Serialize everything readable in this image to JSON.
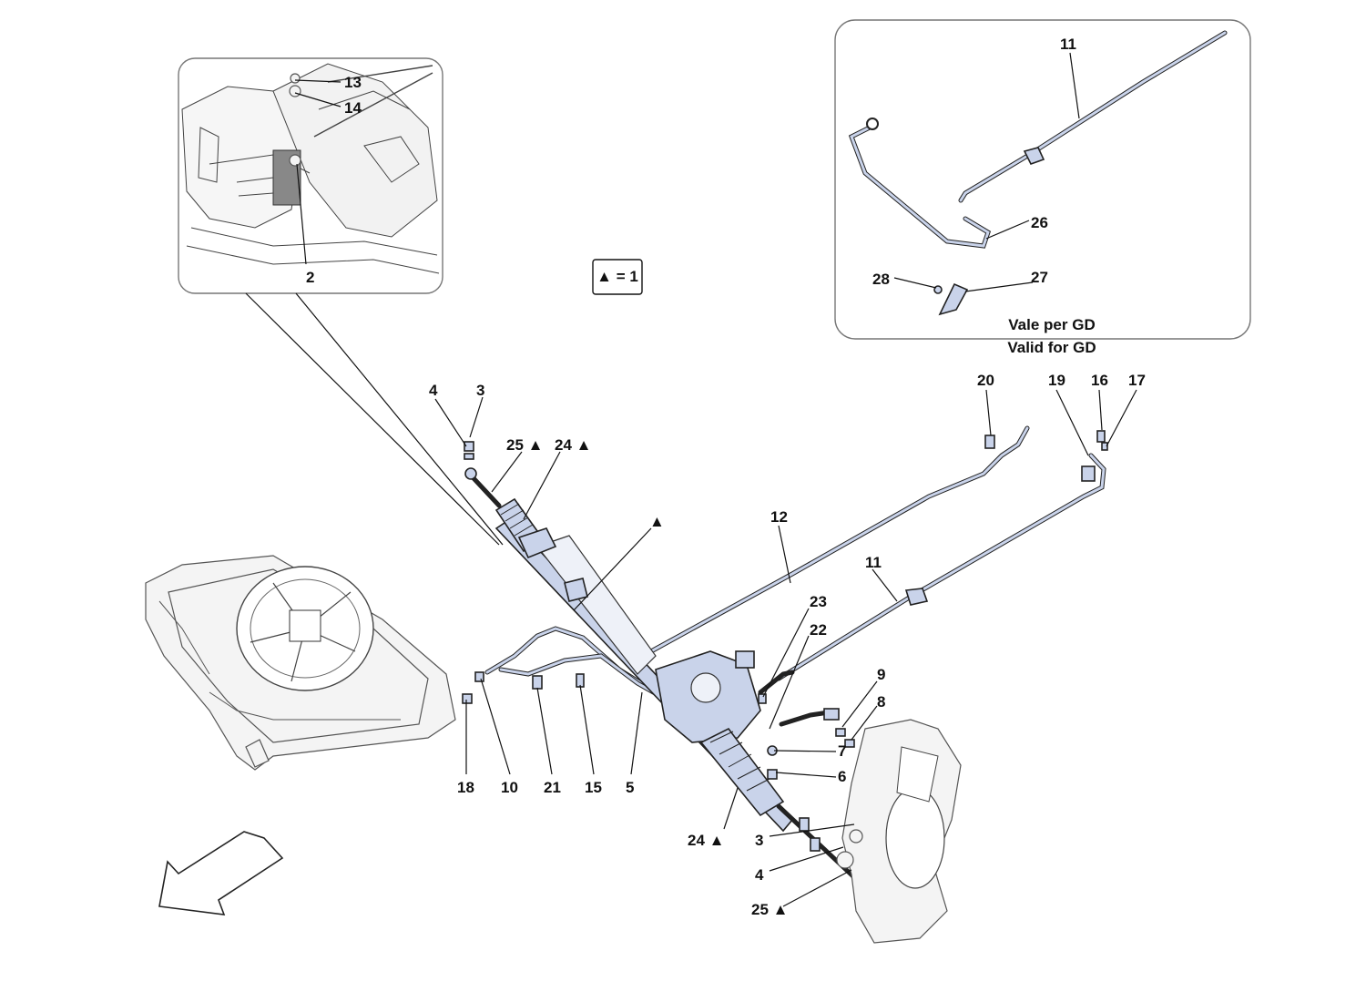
{
  "legend_box": {
    "text": "▲ = 1"
  },
  "inset_gd": {
    "line1": "Vale per GD",
    "line2": "Valid for GD"
  },
  "callouts": {
    "c2": "2",
    "c13": "13",
    "c14": "14",
    "c11_inset": "11",
    "c26": "26",
    "c27": "27",
    "c28": "28",
    "c4_top": "4",
    "c3_top": "3",
    "c25_top": "25 ▲",
    "c24_top": "24 ▲",
    "c_tri": "▲",
    "c12": "12",
    "c11_main": "11",
    "c20": "20",
    "c19": "19",
    "c16": "16",
    "c17": "17",
    "c23": "23",
    "c22": "22",
    "c9": "9",
    "c8": "8",
    "c7": "7",
    "c6": "6",
    "c18": "18",
    "c10": "10",
    "c21": "21",
    "c15": "15",
    "c5": "5",
    "c24_bot": "24 ▲",
    "c3_bot": "3",
    "c4_bot": "4",
    "c25_bot": "25 ▲"
  }
}
